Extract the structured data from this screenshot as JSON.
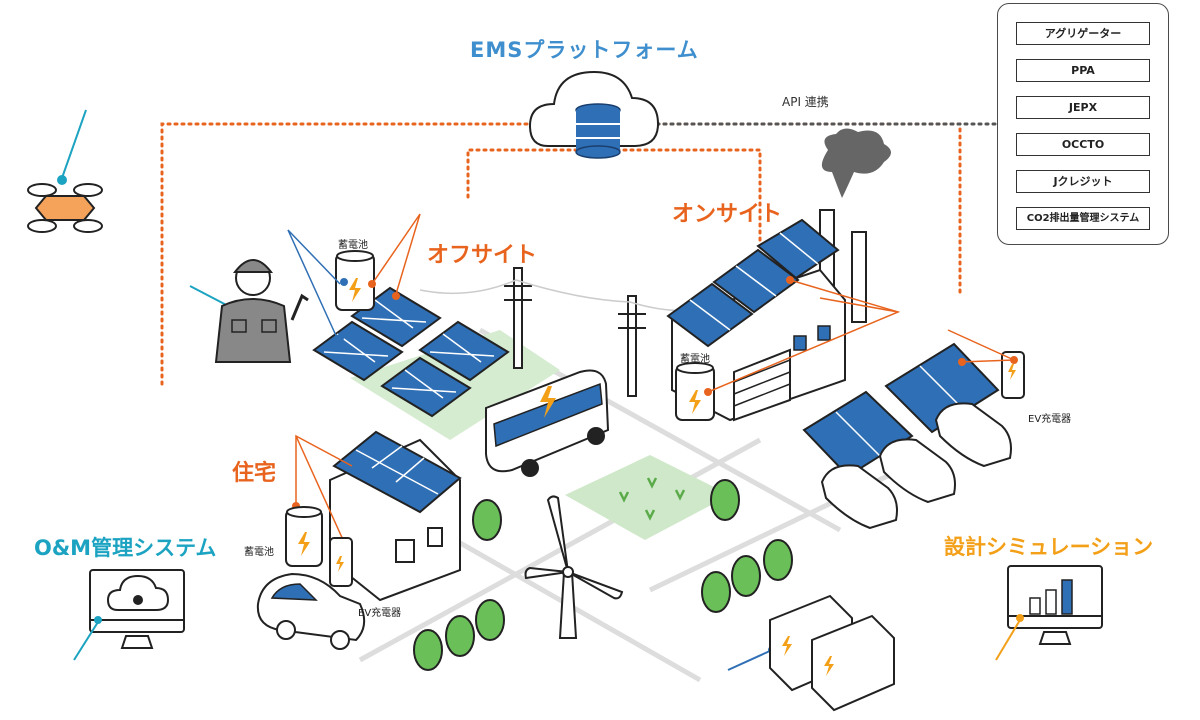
{
  "labels": {
    "ems_platform": "EMSプラットフォーム",
    "api_link": "API 連携",
    "onsite": "オンサイト",
    "offsite": "オフサイト",
    "home": "住宅",
    "om_system": "O&M管理システム",
    "design_sim": "設計シミュレーション",
    "battery_offsite": "蓄電池",
    "battery_onsite": "蓄電池",
    "battery_home": "蓄電池",
    "ev_charger_onsite": "EV充電器",
    "ev_charger_home": "EV充電器"
  },
  "api_partners": [
    "アグリゲーター",
    "PPA",
    "JEPX",
    "OCCTO",
    "Jクレジット",
    "CO2排出量管理システム"
  ],
  "colors": {
    "orange": "#e8641e",
    "blue_title": "#3f8fce",
    "teal": "#1ba3c1",
    "amber": "#f3a018",
    "panel_blue": "#2f6fb5",
    "green": "#6bbf59"
  }
}
